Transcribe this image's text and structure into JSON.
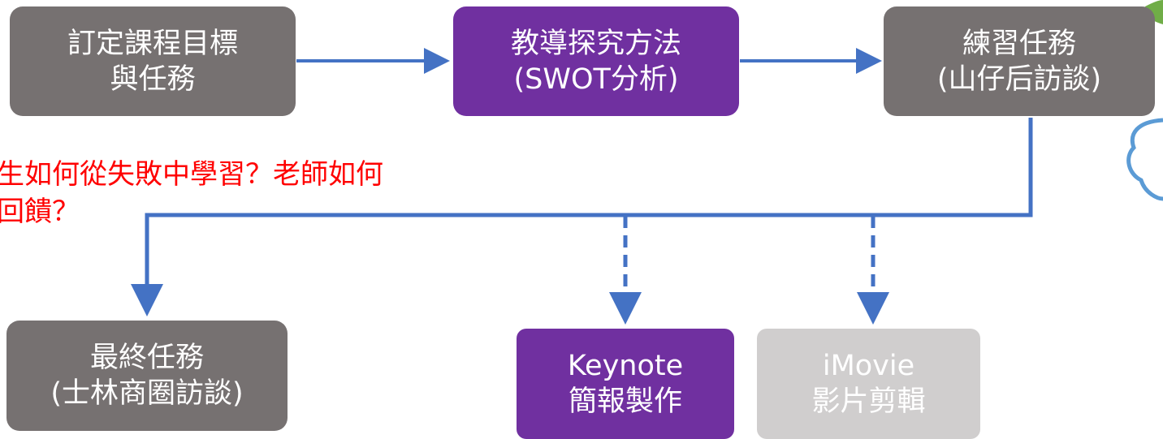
{
  "colors": {
    "gray_box": "#767171",
    "purple_box": "#7030a0",
    "light_box": "#d0cece",
    "arrow": "#4472c4",
    "question_text": "#ff0000",
    "deco_green": "#70ad47",
    "deco_blue": "#5b9bd5"
  },
  "nodes": {
    "goals": {
      "line1": "訂定課程目標",
      "line2": "與任務"
    },
    "method": {
      "line1": "教導探究方法",
      "line2": "(SWOT分析)"
    },
    "practice": {
      "line1": "練習任務",
      "line2": "(山仔后訪談)"
    },
    "final": {
      "line1": "最終任務",
      "line2": "(士林商圈訪談)"
    },
    "keynote": {
      "line1": "Keynote",
      "line2": "簡報製作"
    },
    "imovie": {
      "line1": "iMovie",
      "line2": "影片剪輯"
    }
  },
  "question": {
    "line1": "生如何從失敗中學習？老師如何",
    "line2": "回饋？"
  }
}
